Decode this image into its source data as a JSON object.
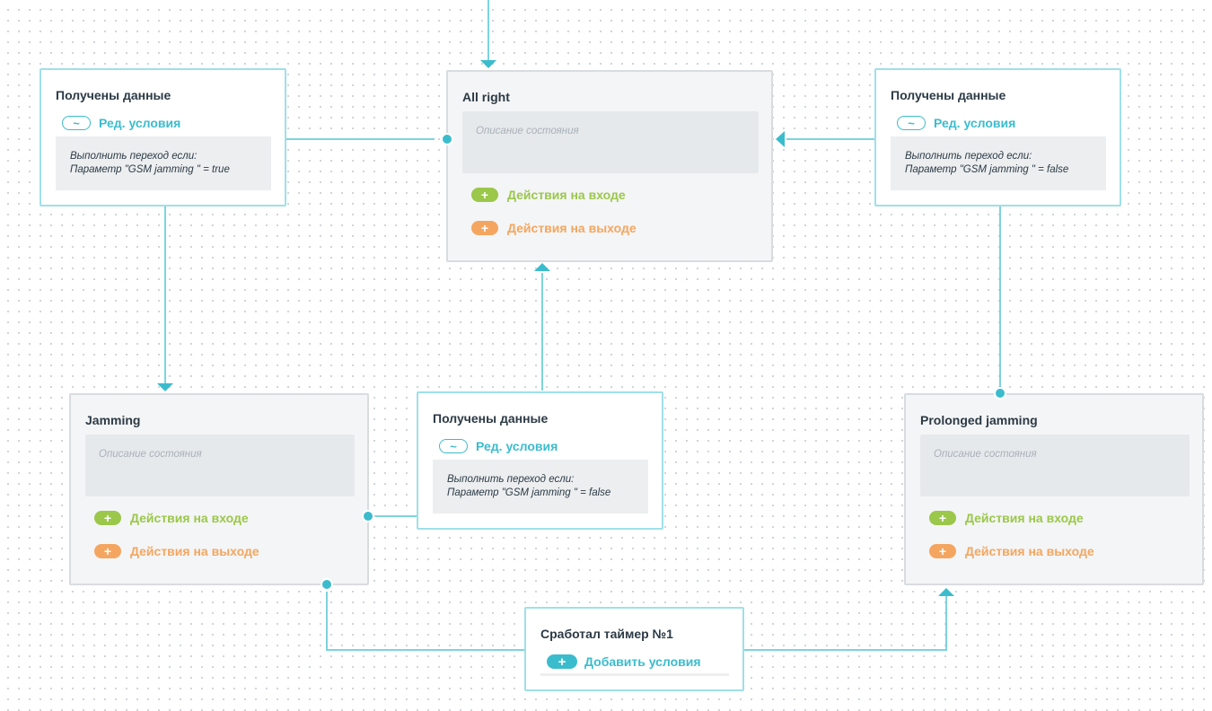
{
  "colors": {
    "accent": "#3bbccd",
    "enter": "#9bc74a",
    "exit": "#f4a660",
    "transition_border": "#9fe0e8",
    "state_border": "#d9dcdf"
  },
  "icons": {
    "edit": "~",
    "add": "+"
  },
  "states": {
    "all_right": {
      "title": "All right",
      "desc_placeholder": "Описание состояния",
      "entry_actions": "Действия на входе",
      "exit_actions": "Действия на выходе"
    },
    "jamming": {
      "title": "Jamming",
      "desc_placeholder": "Описание состояния",
      "entry_actions": "Действия на входе",
      "exit_actions": "Действия на выходе"
    },
    "prolonged": {
      "title": "Prolonged jamming",
      "desc_placeholder": "Описание состояния",
      "entry_actions": "Действия на входе",
      "exit_actions": "Действия на выходе"
    }
  },
  "transitions": {
    "t1": {
      "title": "Получены данные",
      "edit_label": "Ред. условия",
      "cond_line1": "Выполнить переход если:",
      "cond_line2": "Параметр \"GSM jamming \" = true"
    },
    "t2": {
      "title": "Получены данные",
      "edit_label": "Ред. условия",
      "cond_line1": "Выполнить переход если:",
      "cond_line2": "Параметр \"GSM jamming \" = false"
    },
    "t3": {
      "title": "Получены данные",
      "edit_label": "Ред. условия",
      "cond_line1": "Выполнить переход если:",
      "cond_line2": "Параметр \"GSM jamming \" = false"
    },
    "timer": {
      "title": "Сработал таймер №1",
      "add_label": "Добавить условия"
    }
  }
}
